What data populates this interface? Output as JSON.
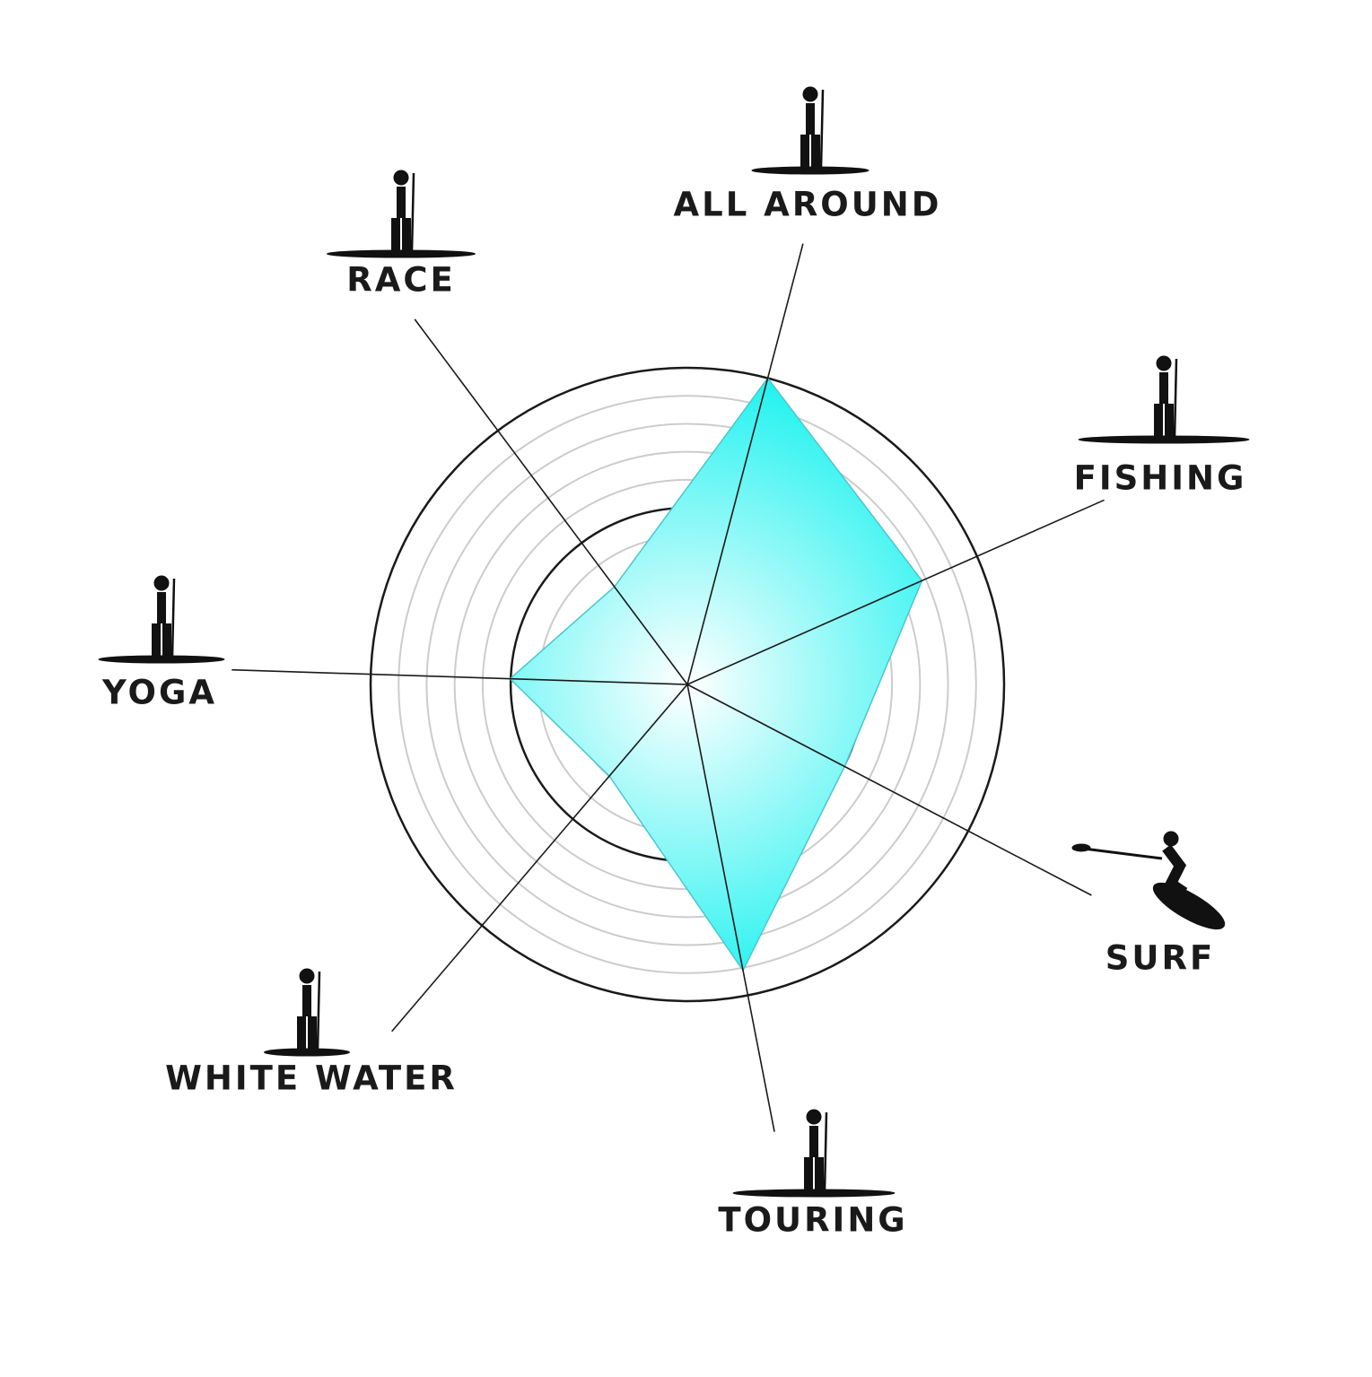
{
  "chart_data": {
    "type": "radar",
    "title": "",
    "scale": [
      0,
      10
    ],
    "axes": [
      "ALL AROUND",
      "FISHING",
      "SURF",
      "TOURING",
      "WHITE WATER",
      "YOGA",
      "RACE"
    ],
    "values": [
      10,
      8.1,
      5.6,
      9.2,
      3.8,
      5.6,
      3.85
    ],
    "ring_count": 10,
    "colors": {
      "fill_edge": "#1ff2ef",
      "fill_center": "#ffffff",
      "stroke": "#4cc6cf",
      "ring": "#cccccc",
      "major_ring": "#1a1a1a",
      "axis": "#1a1a1a"
    },
    "icons": [
      "paddler-standing-icon",
      "fishing-icon",
      "surf-icon",
      "touring-icon",
      "white-water-icon",
      "yoga-icon",
      "race-icon"
    ]
  }
}
